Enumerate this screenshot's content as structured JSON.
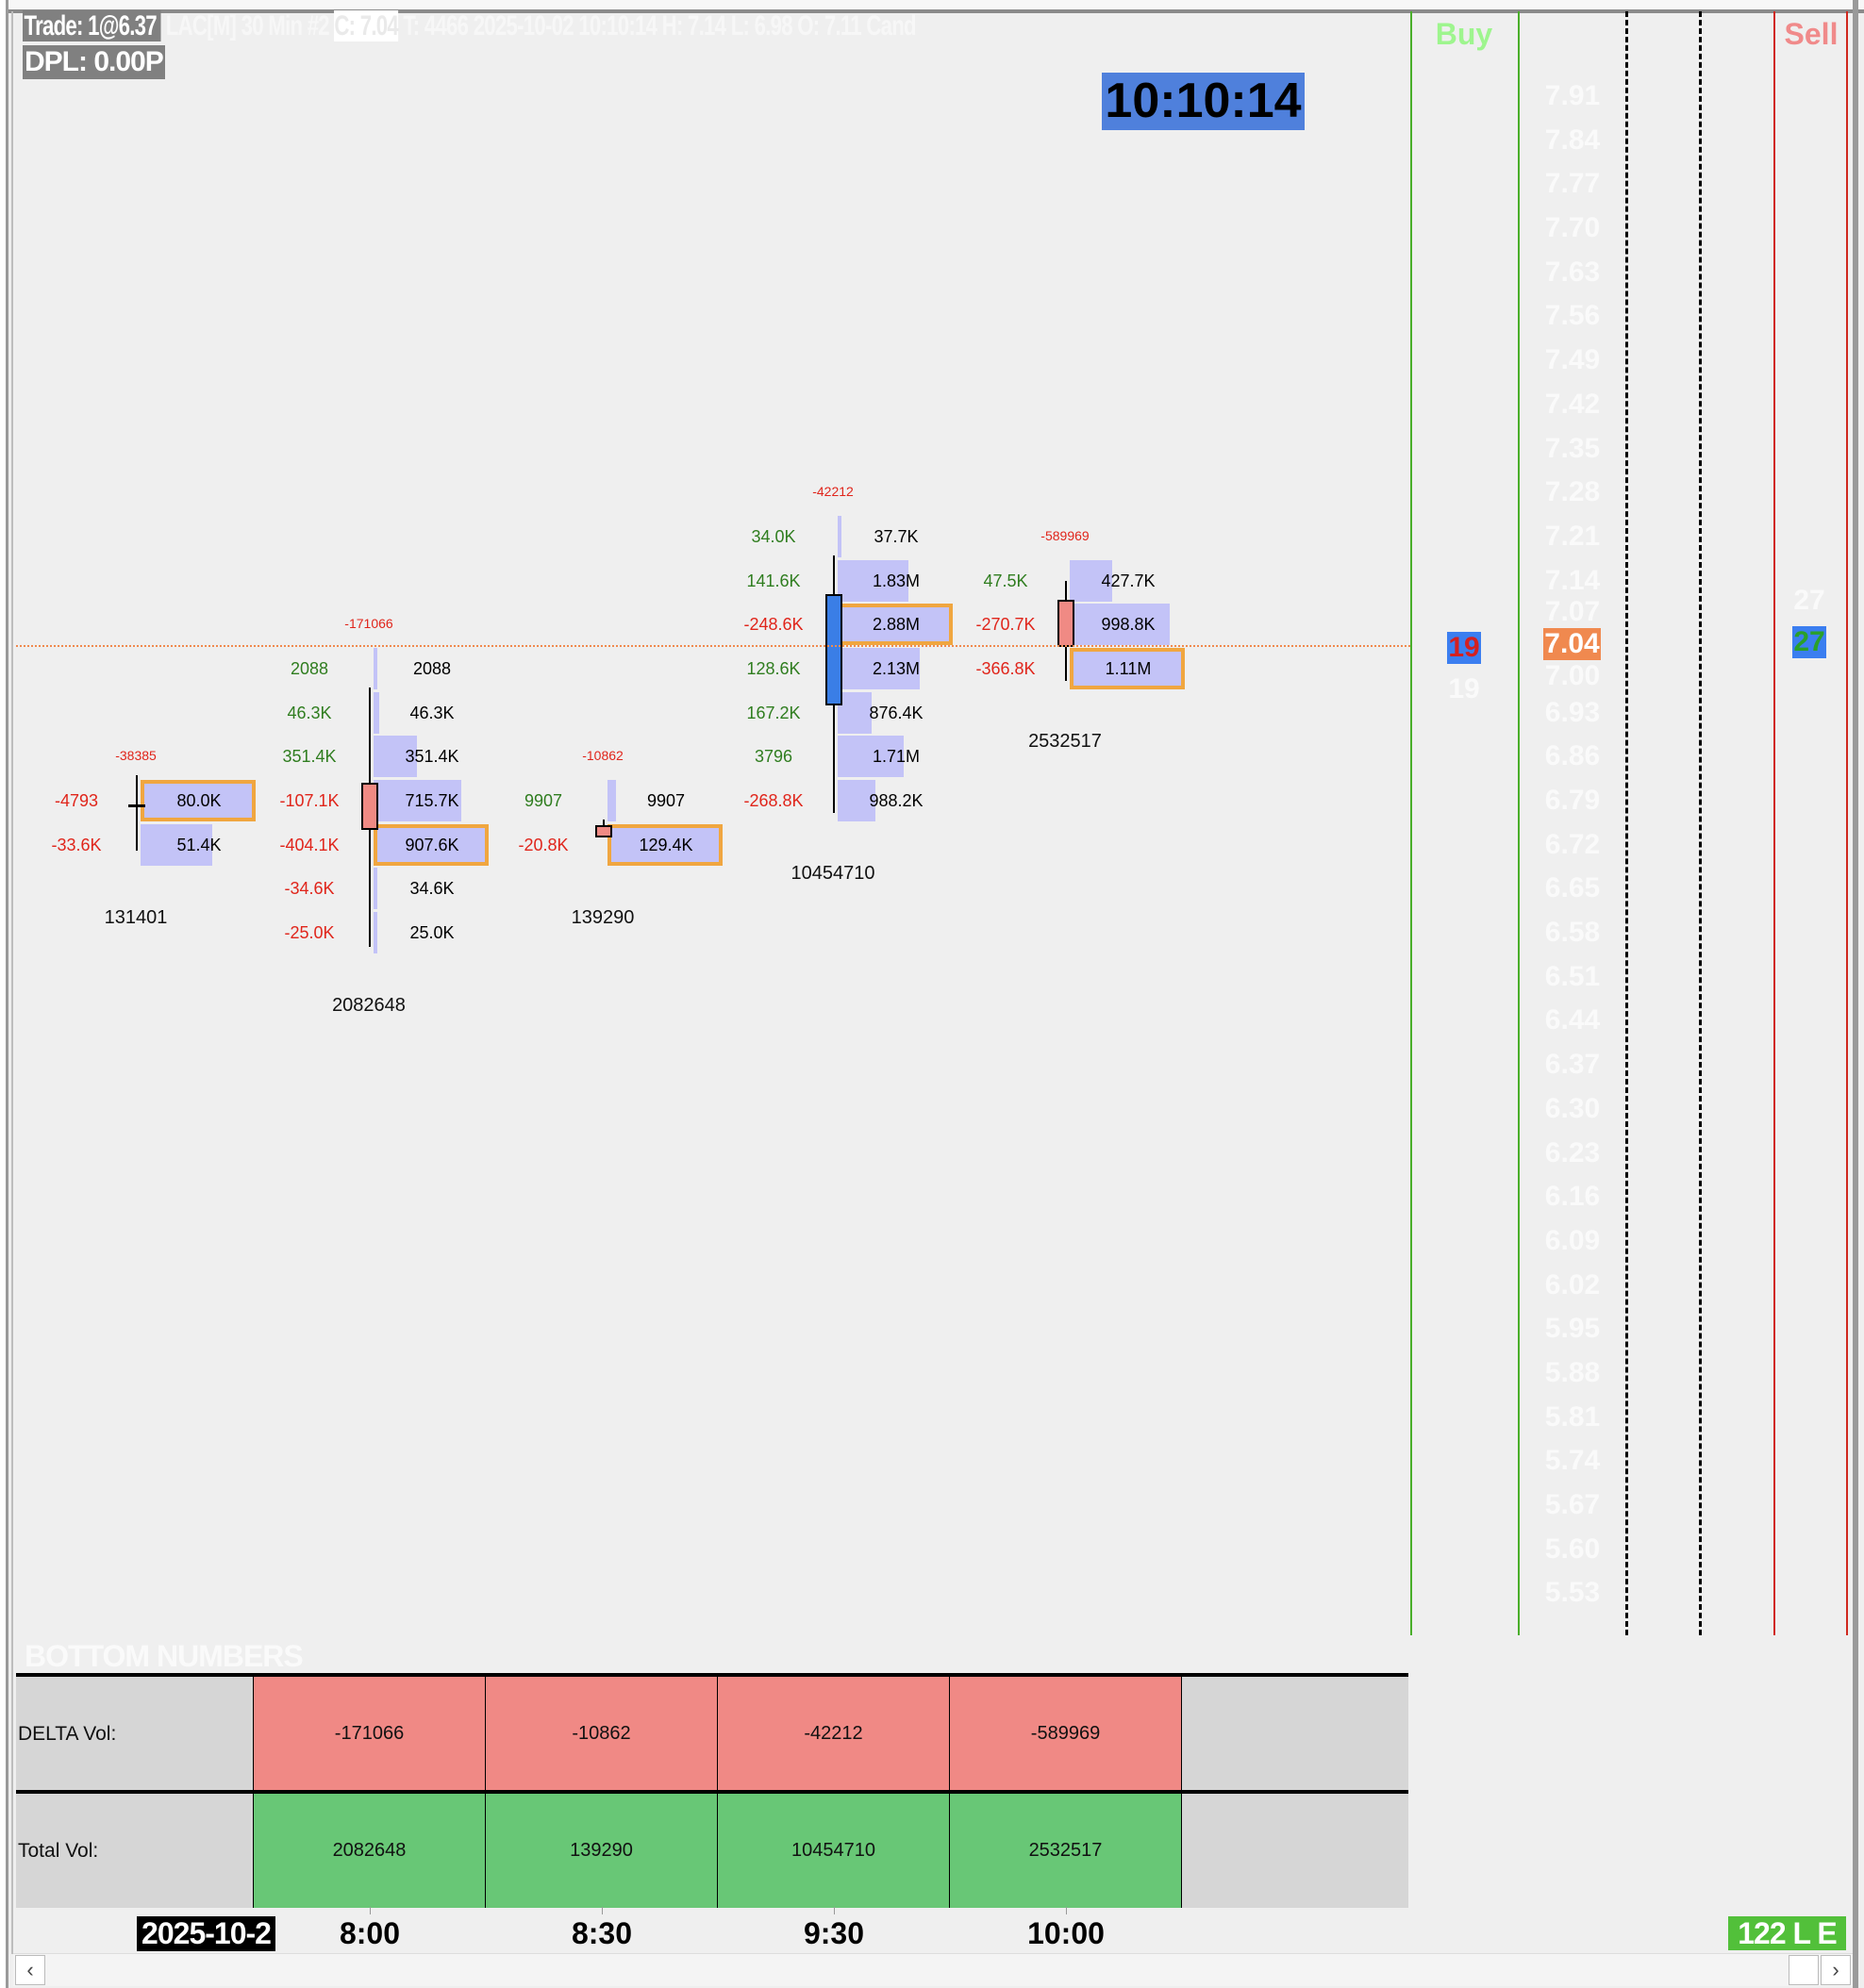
{
  "header": {
    "trade": "Trade: 1@6.37",
    "info_pre": " LAC[M]  30 Min  #2 ",
    "close": "C: 7.04",
    "info_post": " T: 4466 2025-10-02 10:10:14 H: 7.14 L: 6.98 O: 7.11 Cand",
    "dpl": "DPL: 0.00P"
  },
  "clock": "10:10:14",
  "price_axis": {
    "labels": [
      "7.91",
      "7.84",
      "7.77",
      "7.70",
      "7.63",
      "7.56",
      "7.49",
      "7.42",
      "7.35",
      "7.28",
      "7.21",
      "7.14",
      "7.07",
      "7.00",
      "6.93",
      "6.86",
      "6.79",
      "6.72",
      "6.65",
      "6.58",
      "6.51",
      "6.44",
      "6.37",
      "6.30",
      "6.23",
      "6.16",
      "6.09",
      "6.02",
      "5.95",
      "5.88",
      "5.81",
      "5.74",
      "5.67",
      "5.60",
      "5.53"
    ],
    "current": "7.04",
    "current_price": 7.04
  },
  "dom": {
    "buy_label": "Buy",
    "sell_label": "Sell",
    "buy_values": [
      "19",
      "19"
    ],
    "sell_values": [
      "27",
      "27"
    ]
  },
  "colors": {
    "up_candle": "#3a7ee6",
    "down_candle": "#f08a84",
    "volume_bar": "#c3c3f7",
    "poc_border": "#f0a640",
    "delta_positive": "#2f7d1f",
    "delta_negative": "#e0251b",
    "delta_row": "#f08985",
    "total_row": "#68c776"
  },
  "candles": [
    {
      "delta_total": "-38385",
      "total": "131401",
      "ohlc": {
        "o": 6.782,
        "h": 6.83,
        "l": 6.71,
        "c": 6.782
      },
      "direction": "flat",
      "levels": [
        {
          "price": 6.79,
          "delta": "-4793",
          "volume": "80.0K",
          "vol": 80000,
          "poc": true
        },
        {
          "price": 6.72,
          "delta": "-33.6K",
          "volume": "51.4K",
          "vol": 51400,
          "poc": false
        }
      ]
    },
    {
      "delta_total": "-171066",
      "total": "2082648",
      "ohlc": {
        "o": 6.818,
        "h": 6.97,
        "l": 6.558,
        "c": 6.749
      },
      "direction": "down",
      "levels": [
        {
          "price": 7.0,
          "delta": "2088",
          "volume": "2088",
          "vol": 2088,
          "poc": false
        },
        {
          "price": 6.93,
          "delta": "46.3K",
          "volume": "46.3K",
          "vol": 46300,
          "poc": false
        },
        {
          "price": 6.86,
          "delta": "351.4K",
          "volume": "351.4K",
          "vol": 351400,
          "poc": false
        },
        {
          "price": 6.79,
          "delta": "-107.1K",
          "volume": "715.7K",
          "vol": 715700,
          "poc": false
        },
        {
          "price": 6.72,
          "delta": "-404.1K",
          "volume": "907.6K",
          "vol": 907600,
          "poc": true
        },
        {
          "price": 6.65,
          "delta": "-34.6K",
          "volume": "34.6K",
          "vol": 34600,
          "poc": false
        },
        {
          "price": 6.58,
          "delta": "-25.0K",
          "volume": "25.0K",
          "vol": 25000,
          "poc": false
        }
      ]
    },
    {
      "delta_total": "-10862",
      "total": "139290",
      "ohlc": {
        "o": 6.751,
        "h": 6.76,
        "l": 6.735,
        "c": 6.737
      },
      "direction": "down",
      "levels": [
        {
          "price": 6.79,
          "delta": "9907",
          "volume": "9907",
          "vol": 9907,
          "poc": false
        },
        {
          "price": 6.72,
          "delta": "-20.8K",
          "volume": "129.4K",
          "vol": 129400,
          "poc": true
        }
      ]
    },
    {
      "delta_total": "-42212",
      "total": "10454710",
      "ohlc": {
        "o": 6.947,
        "h": 7.18,
        "l": 6.77,
        "c": 7.118
      },
      "direction": "up",
      "levels": [
        {
          "price": 7.21,
          "delta": "34.0K",
          "volume": "37.7K",
          "vol": 37700,
          "poc": false
        },
        {
          "price": 7.14,
          "delta": "141.6K",
          "volume": "1.83M",
          "vol": 1830000,
          "poc": false
        },
        {
          "price": 7.07,
          "delta": "-248.6K",
          "volume": "2.88M",
          "vol": 2880000,
          "poc": true
        },
        {
          "price": 7.0,
          "delta": "128.6K",
          "volume": "2.13M",
          "vol": 2130000,
          "poc": false
        },
        {
          "price": 6.93,
          "delta": "167.2K",
          "volume": "876.4K",
          "vol": 876400,
          "poc": false
        },
        {
          "price": 6.86,
          "delta": "3796",
          "volume": "1.71M",
          "vol": 1710000,
          "poc": false
        },
        {
          "price": 6.79,
          "delta": "-268.8K",
          "volume": "988.2K",
          "vol": 988200,
          "poc": false
        }
      ]
    },
    {
      "delta_total": "-589969",
      "total": "2532517",
      "ohlc": {
        "o": 7.11,
        "h": 7.14,
        "l": 6.98,
        "c": 7.04
      },
      "direction": "down",
      "levels": [
        {
          "price": 7.14,
          "delta": "47.5K",
          "volume": "427.7K",
          "vol": 427700,
          "poc": false
        },
        {
          "price": 7.07,
          "delta": "-270.7K",
          "volume": "998.8K",
          "vol": 998800,
          "poc": false
        },
        {
          "price": 7.0,
          "delta": "-366.8K",
          "volume": "1.11M",
          "vol": 1110000,
          "poc": true
        }
      ]
    }
  ],
  "bottom": {
    "title": "BOTTOM NUMBERS",
    "rows": [
      {
        "label": "DELTA Vol:",
        "values": [
          "-171066",
          "-10862",
          "-42212",
          "-589969"
        ]
      },
      {
        "label": "Total Vol:",
        "values": [
          "2082648",
          "139290",
          "10454710",
          "2532517"
        ]
      }
    ]
  },
  "time_axis": {
    "date": "2025-10-2",
    "times": [
      "8:00",
      "8:30",
      "9:30",
      "10:00"
    ]
  },
  "status_badge": "122 L E",
  "scrollbar": {
    "left": "‹",
    "right": "›"
  }
}
